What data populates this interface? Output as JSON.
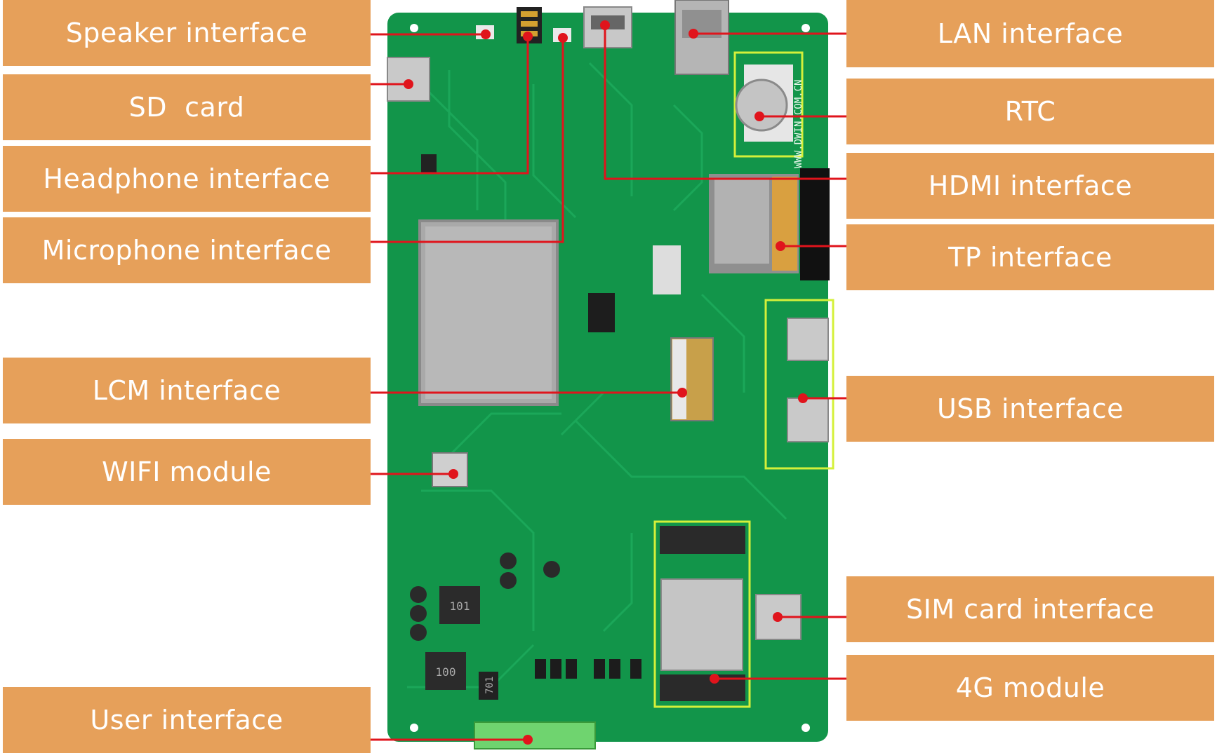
{
  "labels": {
    "speaker": "Speaker interface",
    "sd_card": "SD  card",
    "headphone": "Headphone interface",
    "microphone": "Microphone interface",
    "lcm": "LCM interface",
    "wifi": "WIFI module",
    "user": "User interface",
    "lan": "LAN interface",
    "rtc": "RTC",
    "hdmi": "HDMI interface",
    "tp": "TP interface",
    "usb": "USB interface",
    "sim": "SIM card interface",
    "module_4g": "4G module"
  },
  "board": {
    "url_text": "WWW.DWIN.COM.CN",
    "coil_top": "101",
    "coil_bottom": "100",
    "ic_text": "701"
  },
  "colors": {
    "label_bg": "#e6a05a",
    "label_text": "#ffffff",
    "leader_line": "#e0141c",
    "pcb_green": "#12954a",
    "highlight": "#d4f03a"
  }
}
